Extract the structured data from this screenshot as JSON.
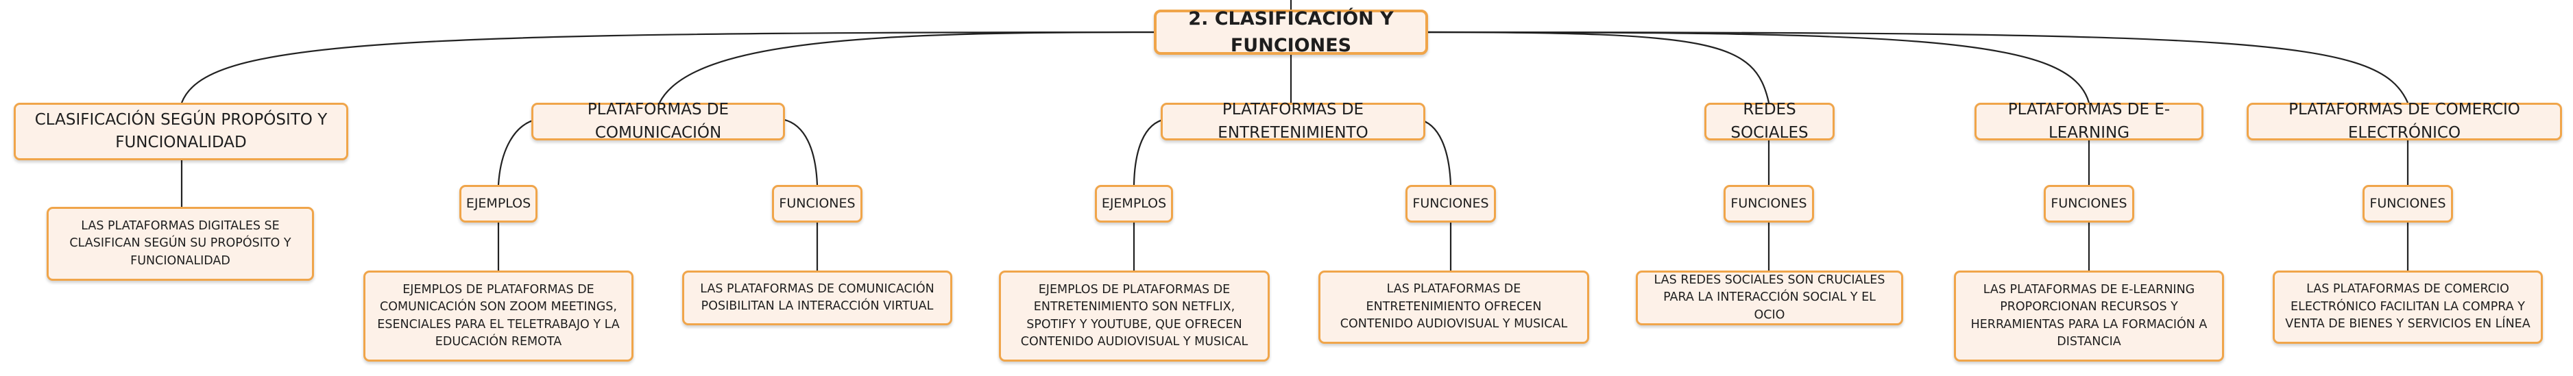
{
  "root": {
    "label": "2. CLASIFICACIÓN Y FUNCIONES"
  },
  "branches": [
    {
      "label": "CLASIFICACIÓN SEGÚN PROPÓSITO Y FUNCIONALIDAD",
      "leaf": "LAS PLATAFORMAS DIGITALES SE CLASIFICAN SEGÚN SU PROPÓSITO Y FUNCIONALIDAD"
    },
    {
      "label": "PLATAFORMAS DE COMUNICACIÓN",
      "subs": [
        {
          "label": "EJEMPLOS",
          "leaf": "EJEMPLOS DE PLATAFORMAS DE COMUNICACIÓN SON ZOOM MEETINGS, ESENCIALES PARA EL TELETRABAJO Y LA EDUCACIÓN REMOTA"
        },
        {
          "label": "FUNCIONES",
          "leaf": "LAS PLATAFORMAS DE COMUNICACIÓN POSIBILITAN LA INTERACCIÓN VIRTUAL"
        }
      ]
    },
    {
      "label": "PLATAFORMAS DE ENTRETENIMIENTO",
      "subs": [
        {
          "label": "EJEMPLOS",
          "leaf": "EJEMPLOS DE PLATAFORMAS DE ENTRETENIMIENTO SON NETFLIX, SPOTIFY Y YOUTUBE, QUE OFRECEN CONTENIDO AUDIOVISUAL Y MUSICAL"
        },
        {
          "label": "FUNCIONES",
          "leaf": "LAS PLATAFORMAS DE ENTRETENIMIENTO OFRECEN CONTENIDO AUDIOVISUAL Y MUSICAL"
        }
      ]
    },
    {
      "label": "REDES SOCIALES",
      "subs": [
        {
          "label": "FUNCIONES",
          "leaf": "LAS REDES SOCIALES SON CRUCIALES PARA LA INTERACCIÓN SOCIAL Y EL OCIO"
        }
      ]
    },
    {
      "label": "PLATAFORMAS DE E-LEARNING",
      "subs": [
        {
          "label": "FUNCIONES",
          "leaf": "LAS PLATAFORMAS DE E-LEARNING PROPORCIONAN RECURSOS Y HERRAMIENTAS PARA LA FORMACIÓN A DISTANCIA"
        }
      ]
    },
    {
      "label": "PLATAFORMAS DE COMERCIO ELECTRÓNICO",
      "subs": [
        {
          "label": "FUNCIONES",
          "leaf": "LAS PLATAFORMAS DE COMERCIO ELECTRÓNICO FACILITAN LA COMPRA Y VENTA DE BIENES Y SERVICIOS EN LÍNEA"
        }
      ]
    }
  ],
  "colors": {
    "border": "#f0a54a",
    "fill": "#fdf1e8",
    "line": "#222222"
  }
}
